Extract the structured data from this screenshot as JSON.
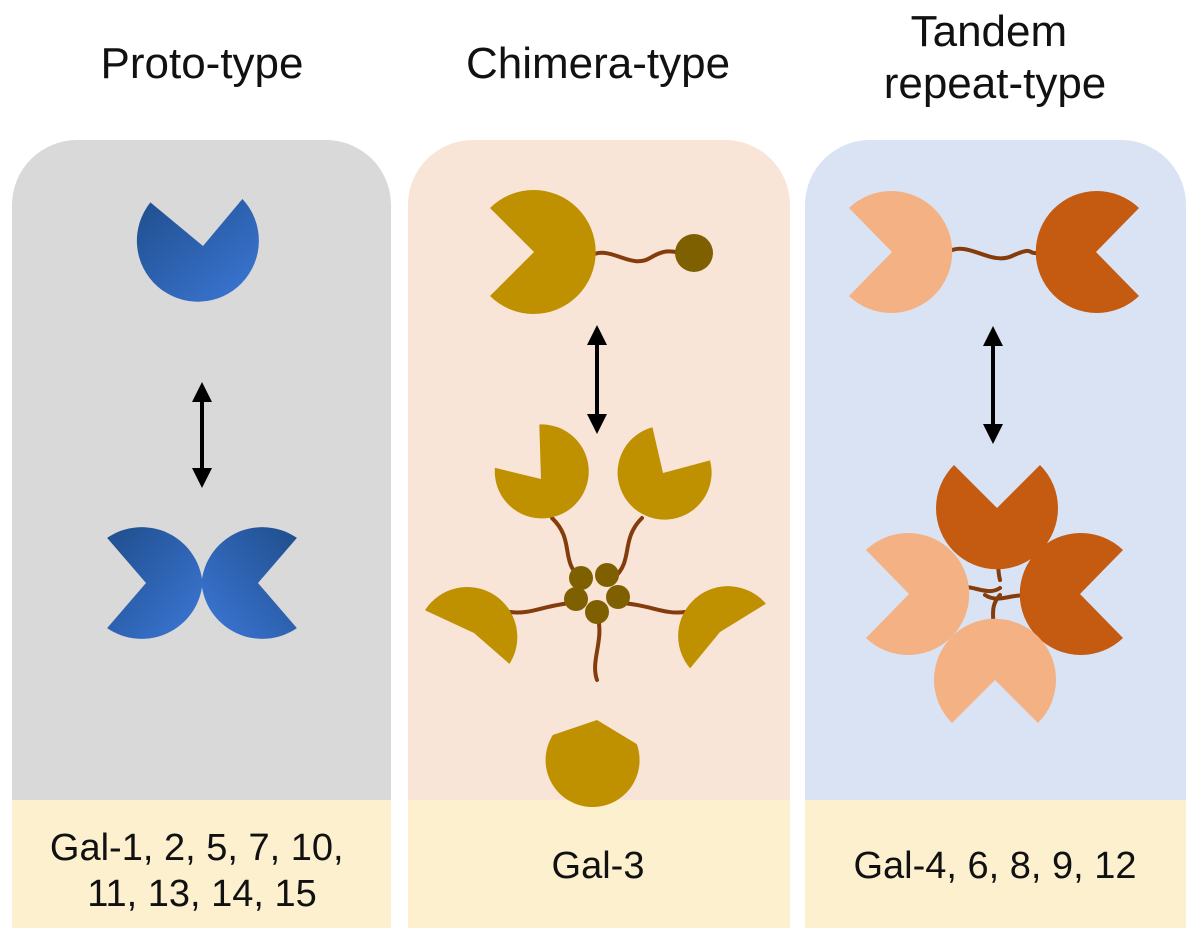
{
  "panels": [
    {
      "key": "proto",
      "title_lines": [
        "Proto-type"
      ],
      "members_lines": [
        "Gal-1, 2, 5, 7, 10,",
        "11, 13, 14, 15"
      ]
    },
    {
      "key": "chimera",
      "title_lines": [
        "Chimera-type"
      ],
      "members_lines": [
        "Gal-3"
      ]
    },
    {
      "key": "tandem",
      "title_lines": [
        "Tandem",
        "repeat-type"
      ],
      "members_lines": [
        "Gal-4, 6, 8, 9, 12"
      ]
    }
  ],
  "colors": {
    "proto_bg": "#d9d9d9",
    "chimera_bg": "#f9e4d8",
    "tandem_bg": "#dae3f3",
    "footer_bg": "#fdf0cf",
    "proto_dark": "#1f4e8c",
    "proto_light": "#3d78d8",
    "chimera_domain": "#bf9000",
    "chimera_ntail": "#7f6000",
    "linker": "#843c0c",
    "tandem_light": "#f4b183",
    "tandem_dark": "#c55a11",
    "arrow": "#000000"
  },
  "icons": [
    "crd-domain-icon",
    "n-terminal-domain-icon",
    "linker-icon",
    "double-headed-arrow-icon"
  ]
}
